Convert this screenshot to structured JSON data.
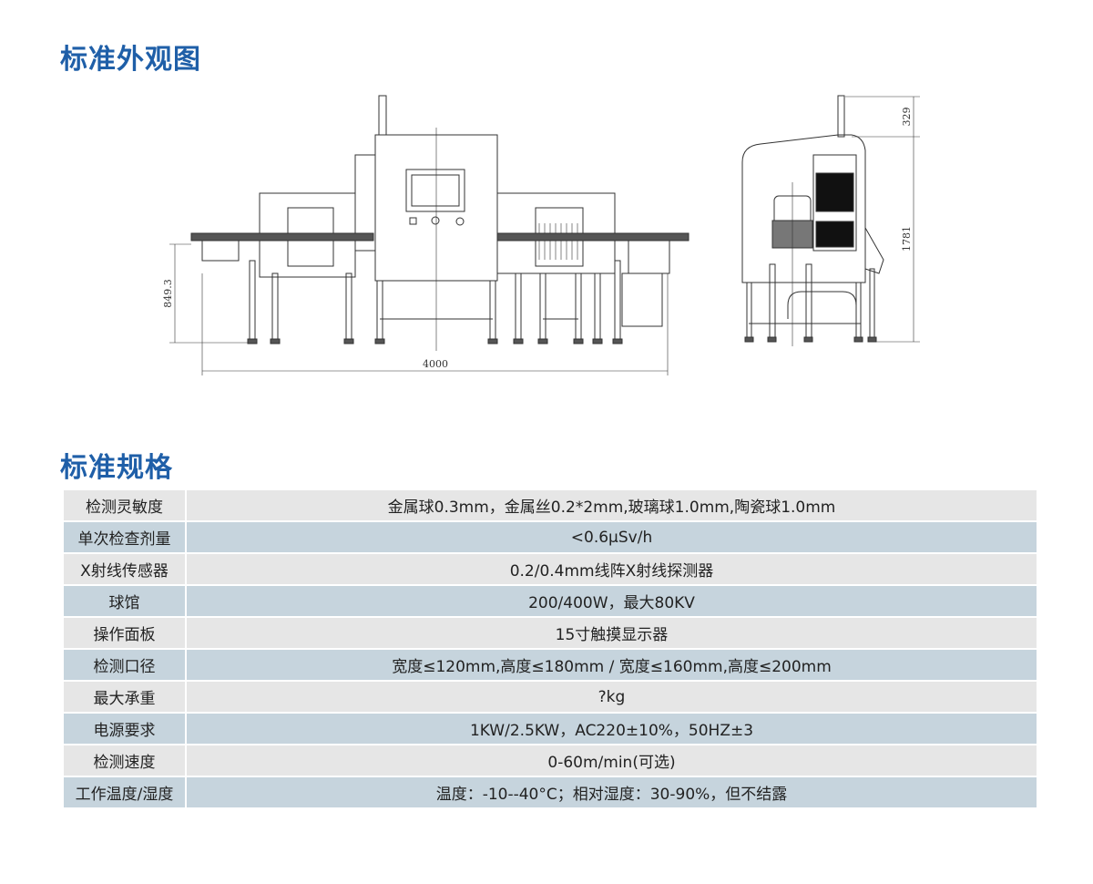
{
  "appearance": {
    "title": "标准外观图",
    "dims": {
      "total_length": "4000",
      "conveyor_height": "849.3",
      "beacon_height": "329",
      "machine_height": "1781"
    }
  },
  "spec": {
    "title": "标准规格",
    "rows": [
      {
        "label": "检测灵敏度",
        "value": "金属球0.3mm，金属丝0.2*2mm,玻璃球1.0mm,陶瓷球1.0mm"
      },
      {
        "label": "单次检查剂量",
        "value": "<0.6μSv/h"
      },
      {
        "label": "X射线传感器",
        "value": "0.2/0.4mm线阵X射线探测器"
      },
      {
        "label": "球馆",
        "value": "200/400W，最大80KV"
      },
      {
        "label": "操作面板",
        "value": "15寸触摸显示器"
      },
      {
        "label": "检测口径",
        "value": "宽度≤120mm,高度≤180mm / 宽度≤160mm,高度≤200mm"
      },
      {
        "label": "最大承重",
        "value": "?kg"
      },
      {
        "label": "电源要求",
        "value": "1KW/2.5KW，AC220±10%，50HZ±3"
      },
      {
        "label": "检测速度",
        "value": "0-60m/min(可选)"
      },
      {
        "label": "工作温度/湿度",
        "value": "温度：-10--40°C；相对湿度：30-90%，但不结露"
      }
    ]
  }
}
